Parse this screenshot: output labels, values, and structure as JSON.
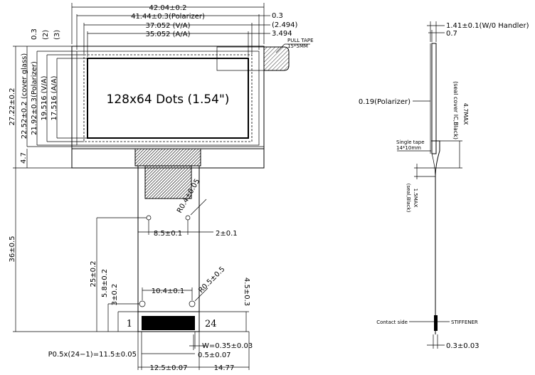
{
  "front_view": {
    "display_text": "128x64 Dots (1.54\")",
    "top_dims": {
      "overall": "42.04±0.2",
      "polarizer": "41.44±0.3(Polarizer)",
      "va": "37.052 (V/A)",
      "aa": "35.052 (A/A)",
      "right_03": "0.3",
      "right_2494": "(2.494)",
      "right_3494": "3.494"
    },
    "left_dims": {
      "d03": "0.3",
      "n2": "(2)",
      "n3": "(3)",
      "cover_glass": "22.52±0.2 (cover glass)",
      "polarizer": "21.92±0.3(Polarizer)",
      "va": "19.516 (V/A)",
      "aa": "17.516 (A/A)",
      "total": "27.22±0.2",
      "d47": "4.7",
      "d36": "36±0.5",
      "d25": "25±0.2",
      "d58": "5.8±0.2",
      "d3": "3±0.2"
    },
    "pull_tape": {
      "line1": "PULL TAPE",
      "line2": "15*5MM"
    },
    "fpc": {
      "hole_r1": "R0.4±0.05",
      "d85": "8.5±0.1",
      "d2": "2±0.1",
      "d104": "10.4±0.1",
      "hole_r2": "R0.5±0.5",
      "d45": "4.5±0.3",
      "pin_first": "1",
      "pin_last": "24",
      "pitch": "P0.5x(24−1)=11.5±0.05",
      "width": "W=0.35±0.03",
      "d05": "0.5±0.07",
      "d125": "12.5±0.07",
      "d1477": "14.77"
    }
  },
  "side_view": {
    "handler": "1.41±0.1(W/0 Handler)",
    "d07": "0.7",
    "polarizer": "0.19(Polarizer)",
    "seal": "(seal cover IC,Black)",
    "max47": "4.7MAX",
    "single_tape": "Single tape",
    "tape_size": "14*10mm",
    "max15": "1.5MAX",
    "seal_black": "(seal,Black)",
    "contact_side": "Contact side",
    "stiffener": "STIFFENER",
    "thickness": "0.3±0.03"
  }
}
